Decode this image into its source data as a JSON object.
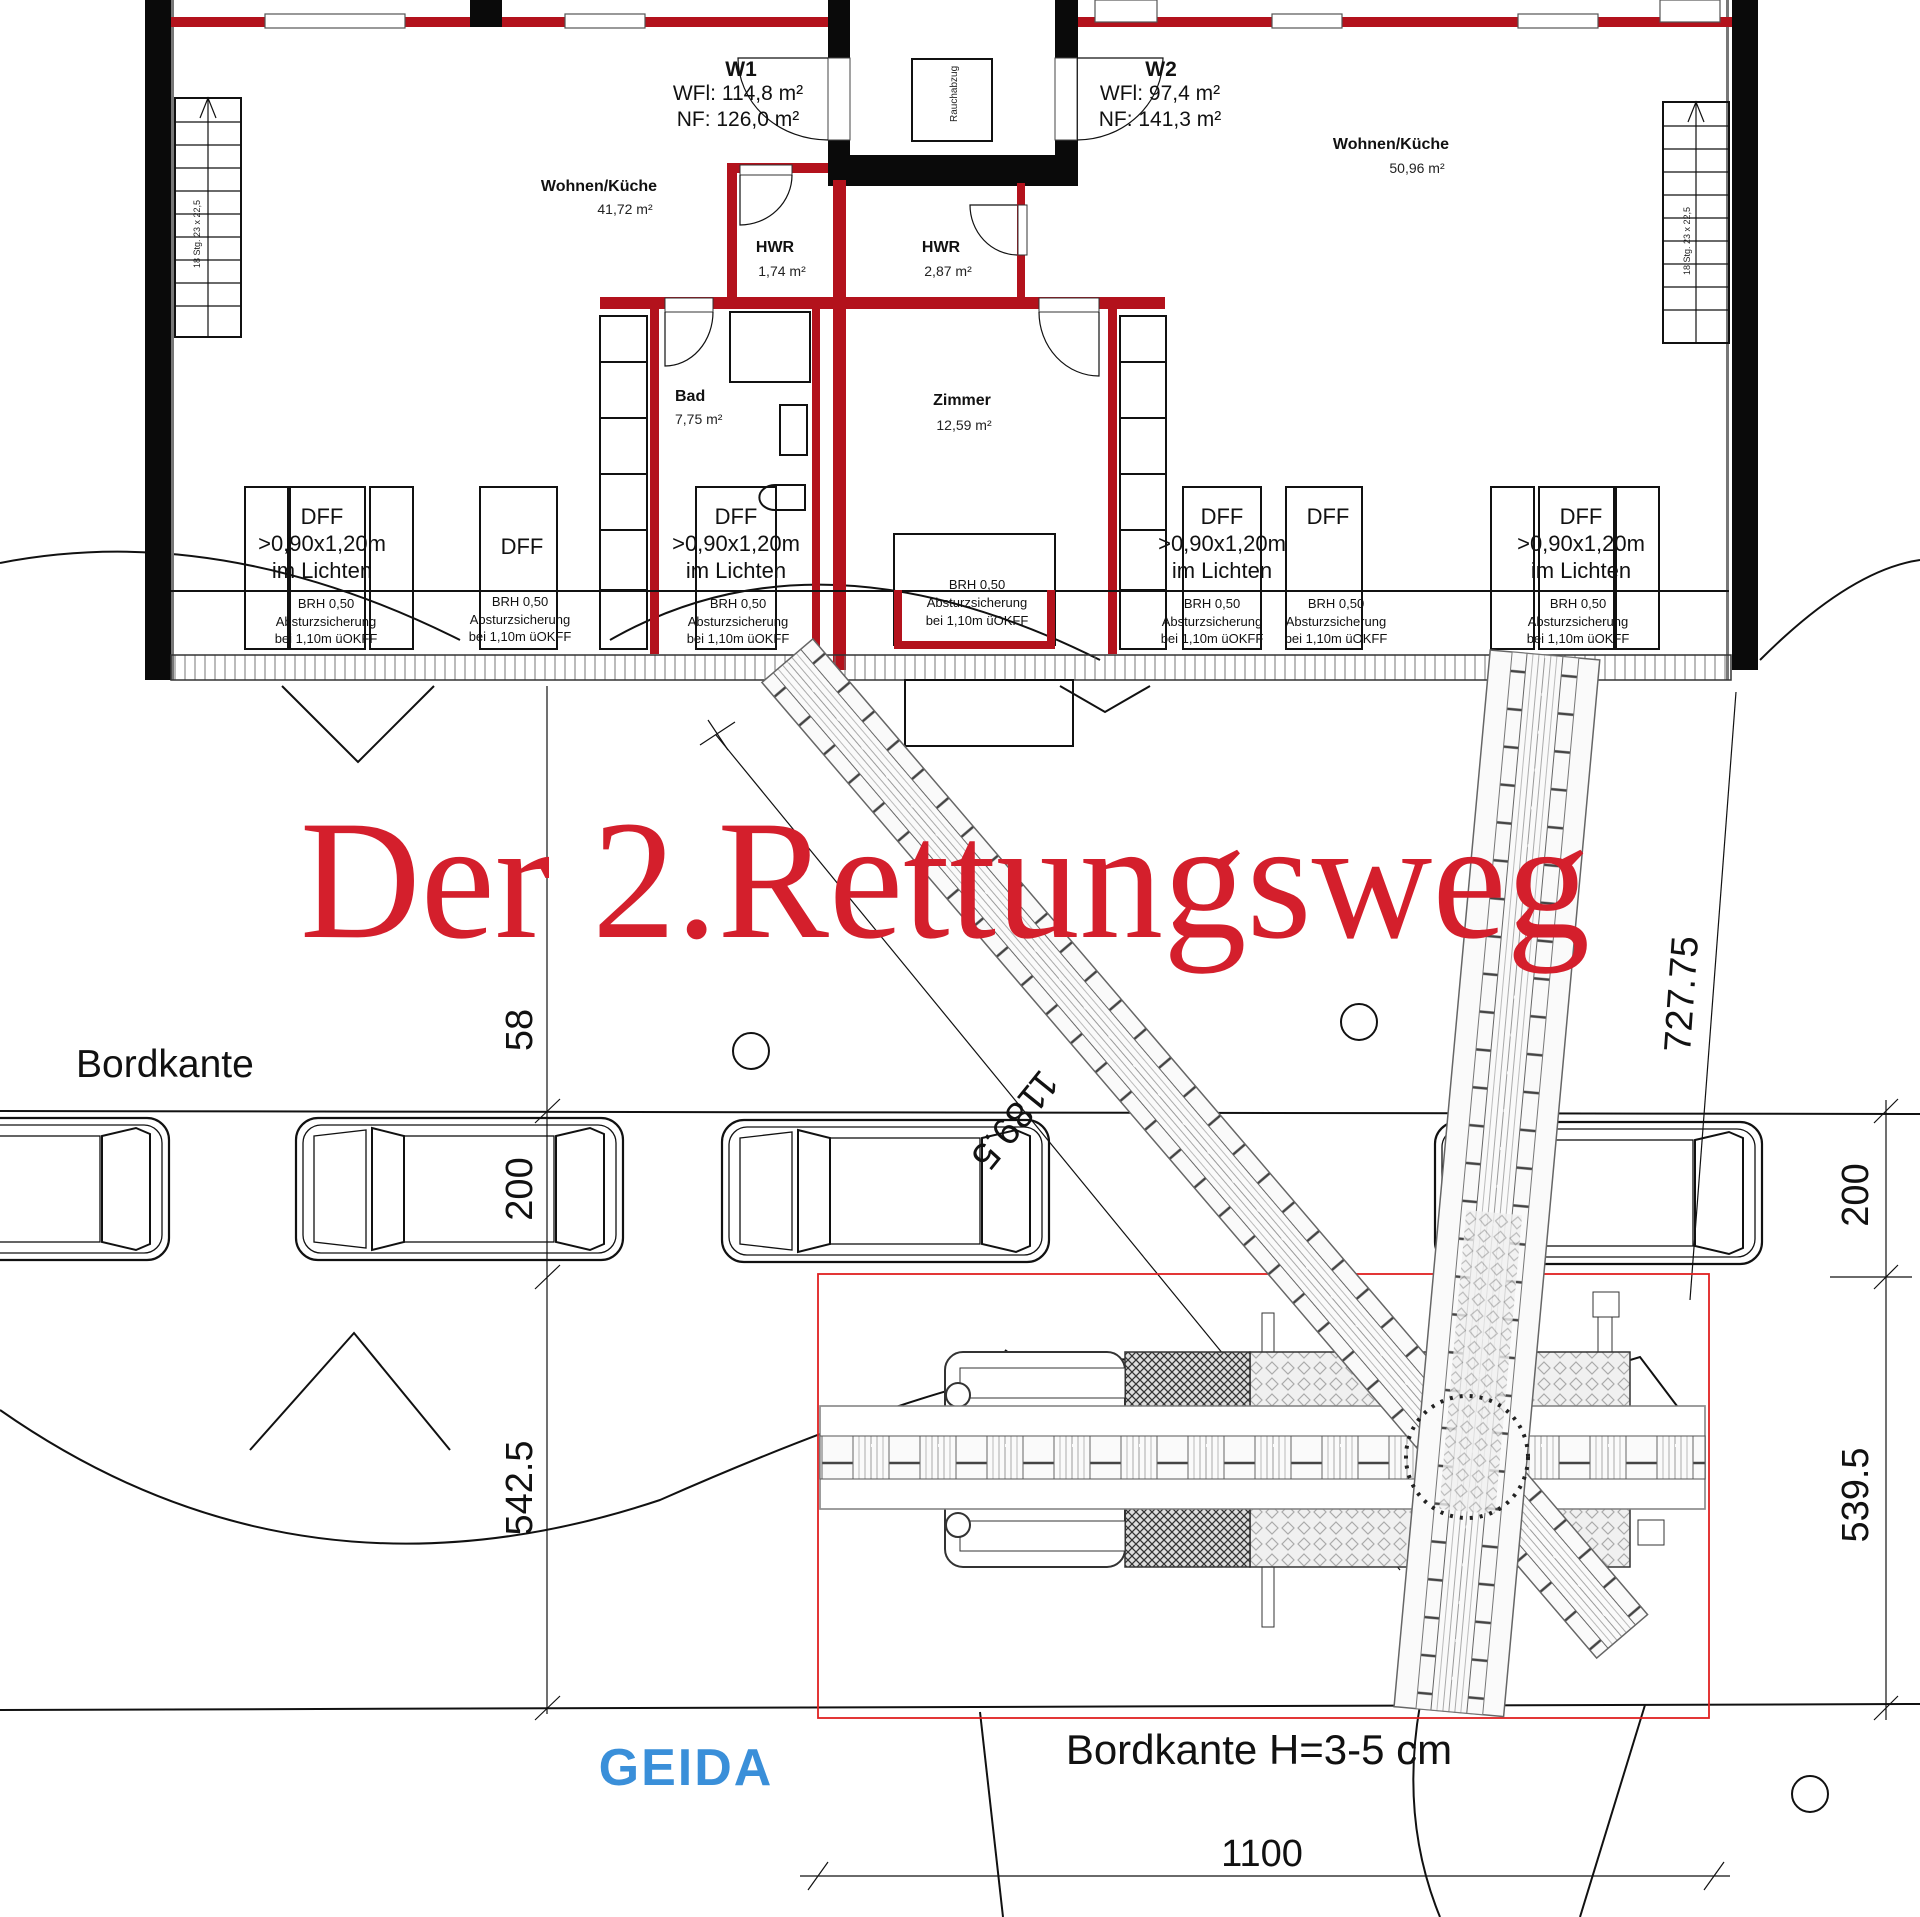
{
  "title": "Der 2.Rettungsweg",
  "logo": "GEIDA",
  "apartments": [
    {
      "name": "W1",
      "wfl": "WFl: 114,8 m²",
      "nf": "NF: 126,0 m²"
    },
    {
      "name": "W2",
      "wfl": "WFl: 97,4 m²",
      "nf": "NF: 141,3 m²"
    }
  ],
  "rooms": [
    {
      "name": "Wohnen/Küche",
      "area": "41,72  m²"
    },
    {
      "name": "Wohnen/Küche",
      "area": "50,96  m²"
    },
    {
      "name": "HWR",
      "area": "1,74  m²"
    },
    {
      "name": "HWR",
      "area": "2,87  m²"
    },
    {
      "name": "Bad",
      "area": "7,75  m²"
    },
    {
      "name": "Zimmer",
      "area": "12,59  m²"
    }
  ],
  "stairs_label": "18 Stg. 23 x 22,5",
  "smoke_vent": "Rauchabzug",
  "windows": [
    {
      "type": "DFF",
      "size": ">0,90x1,20m",
      "clear": "im Lichten",
      "brh": "BRH 0,50",
      "fall": "Absturzsicherung",
      "height": "bei 1,10m üOKFF"
    },
    {
      "type": "DFF",
      "brh": "BRH 0,50",
      "fall": "Absturzsicherung",
      "height": "bei 1,10m üOKFF"
    },
    {
      "type": "DFF",
      "size": ">0,90x1,20m",
      "clear": "im Lichten",
      "brh": "BRH 0,50",
      "fall": "Absturzsicherung",
      "height": "bei 1,10m üOKFF"
    },
    {
      "type": "DFF",
      "size": ">0,90x1,20m",
      "clear": "im Lichten",
      "brh": "BRH 0,50",
      "fall": "Absturzsicherung",
      "height": "bei 1,10m üOKFF"
    },
    {
      "type": "DFF",
      "brh": "BRH 0,50",
      "fall": "Absturzsicherung",
      "height": "bei 1,10m üOKFF"
    },
    {
      "type": "DFF",
      "size": ">0,90x1,20m",
      "clear": "im Lichten",
      "brh": "BRH 0,50",
      "fall": "Absturzsicherung",
      "height": "bei 1,10m üOKFF"
    },
    {
      "brh": "BRH 0,50",
      "fall": "Absturzsicherung",
      "height": "bei 1,10m üOKFF"
    }
  ],
  "street": {
    "curb": "Bordkante",
    "curb_height": "Bordkante H=3-5 cm"
  },
  "dimensions": {
    "left_top": "58",
    "left_parking": "200",
    "left_bottom": "542.5",
    "diagonal": "1189.5",
    "slanted": "727.75",
    "right_parking": "200",
    "right_bottom": "539.5",
    "bottom": "1100"
  },
  "colors": {
    "walls": "#b3121c",
    "title": "#d41f2c",
    "logo": "#3a8fd9",
    "setup_area": "#e02020"
  }
}
